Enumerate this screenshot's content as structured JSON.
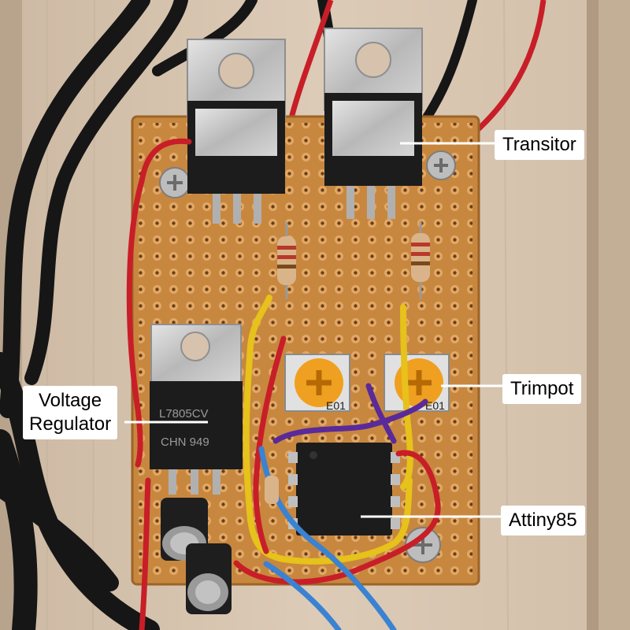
{
  "callouts": {
    "transistor": "Transitor",
    "trimpot": "Trimpot",
    "microcontroller": "Attiny85",
    "regulator_line1": "Voltage",
    "regulator_line2": "Regulator"
  },
  "components": {
    "regulator_marking_1": "L7805CV",
    "regulator_marking_2": "CHN 949",
    "trimpot_marking": "E01"
  },
  "colors": {
    "board": "#c8873f",
    "wire_red": "#c81e28",
    "wire_yellow": "#e6c21a",
    "wire_blue": "#3a82d2",
    "wire_purple": "#5a2a9a",
    "wire_black": "#161616",
    "trimpot": "#f0a020",
    "heatsink": "#c8c8c8"
  }
}
